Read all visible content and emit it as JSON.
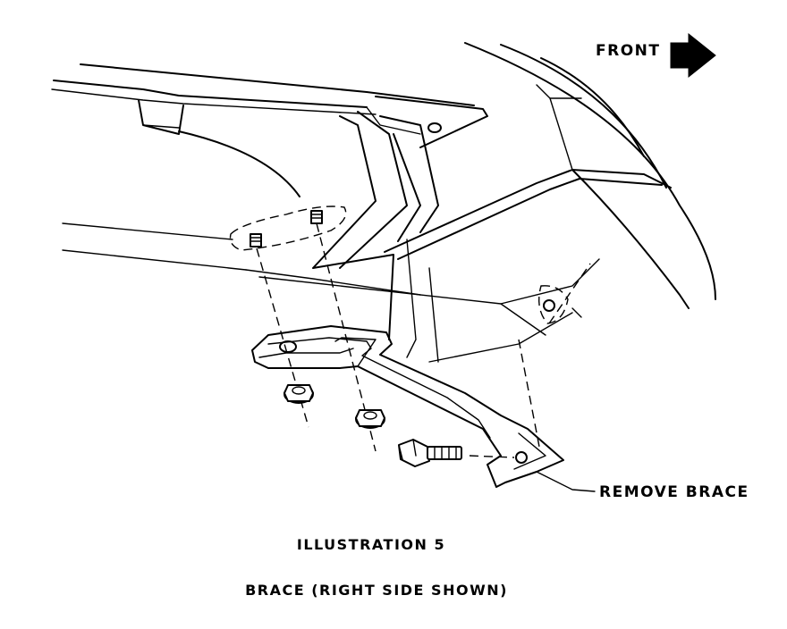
{
  "labels": {
    "front": "FRONT",
    "remove_brace": "REMOVE BRACE"
  },
  "caption": {
    "line1": "ILLUSTRATION 5",
    "line2": "BRACE (RIGHT SIDE SHOWN)"
  }
}
